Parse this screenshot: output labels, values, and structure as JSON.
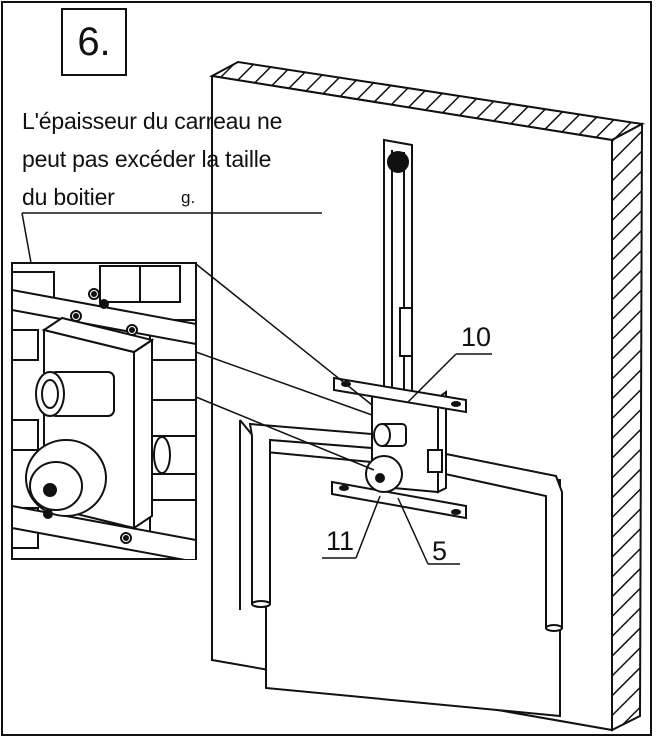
{
  "step": "6.",
  "note": {
    "line1": "L'épaisseur du carreau ne",
    "line2": "peut pas excéder la taille",
    "line3": "du boitier"
  },
  "stray_mark": "g.",
  "callouts": {
    "c10": "10",
    "c11": "11",
    "c5": "5"
  }
}
